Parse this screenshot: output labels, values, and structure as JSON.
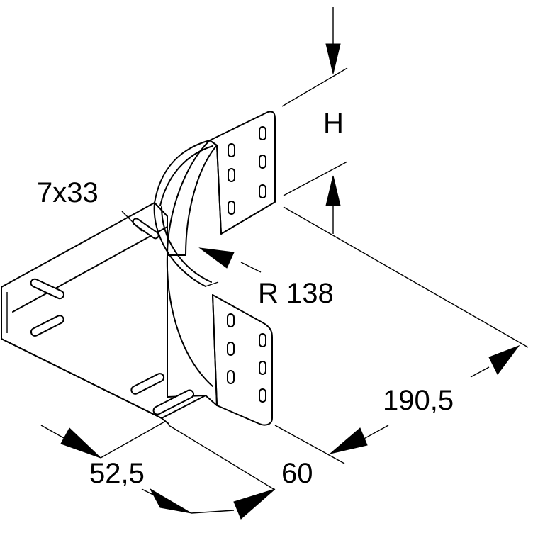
{
  "dimensions": {
    "height_label": "H",
    "slot_label": "7x33",
    "radius_label": "R 138",
    "depth_label": "190,5",
    "flange_label": "52,5",
    "width_label": "60"
  },
  "colors": {
    "line": "#000000",
    "background": "#ffffff"
  }
}
